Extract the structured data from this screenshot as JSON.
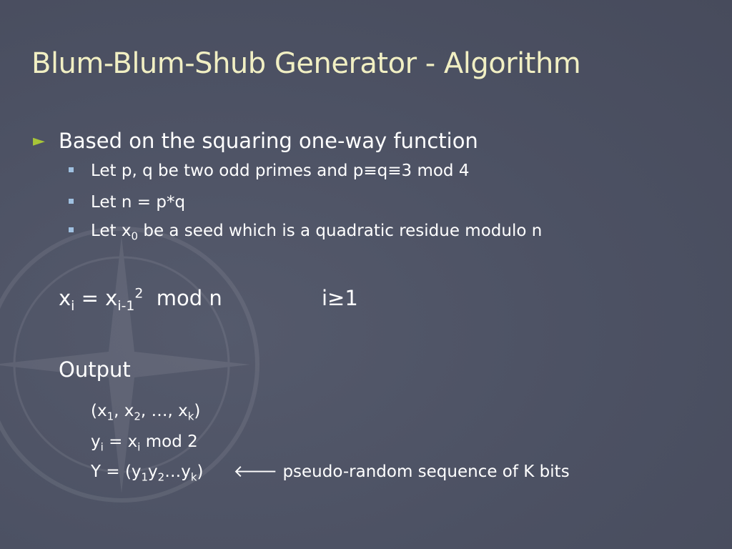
{
  "slide": {
    "title": "Blum-Blum-Shub Generator - Algorithm",
    "main_bullet": "Based on the squaring one-way function",
    "sub_bullets": {
      "b1": "Let p, q be two odd primes and p≡q≡3 mod 4",
      "b2": "Let n = p*q",
      "b3_prefix": "Let x",
      "b3_sub": "0",
      "b3_suffix": " be a seed which is a quadratic residue modulo n"
    },
    "equation": {
      "lhs_var": "x",
      "lhs_sub": "i",
      "eq_sign": " = x",
      "rhs_sub": "i-1",
      "rhs_sup": "2",
      "mod": "  mod n",
      "condition": "i≥1"
    },
    "output": {
      "label": "Output",
      "line1": {
        "open": "(x",
        "s1": "1",
        "mid1": ", x",
        "s2": "2",
        "mid2": ", …, x",
        "sk": "k",
        "close": ")"
      },
      "line2": {
        "y": "y",
        "s_i": "i",
        "mid": " = x",
        "s_i2": "i",
        "rest": " mod 2"
      },
      "line3": {
        "open": "Y = (y",
        "s1": "1",
        "mid1": "y",
        "s2": "2",
        "mid2": "…y",
        "sk": "k",
        "close": ")",
        "note": "🡐 pseudo-random sequence of K bits"
      }
    }
  },
  "colors": {
    "background": "#4c5163",
    "title": "#f1efc3",
    "arrow_bullet": "#a8c638",
    "square_bullet": "#9fc0e0"
  }
}
